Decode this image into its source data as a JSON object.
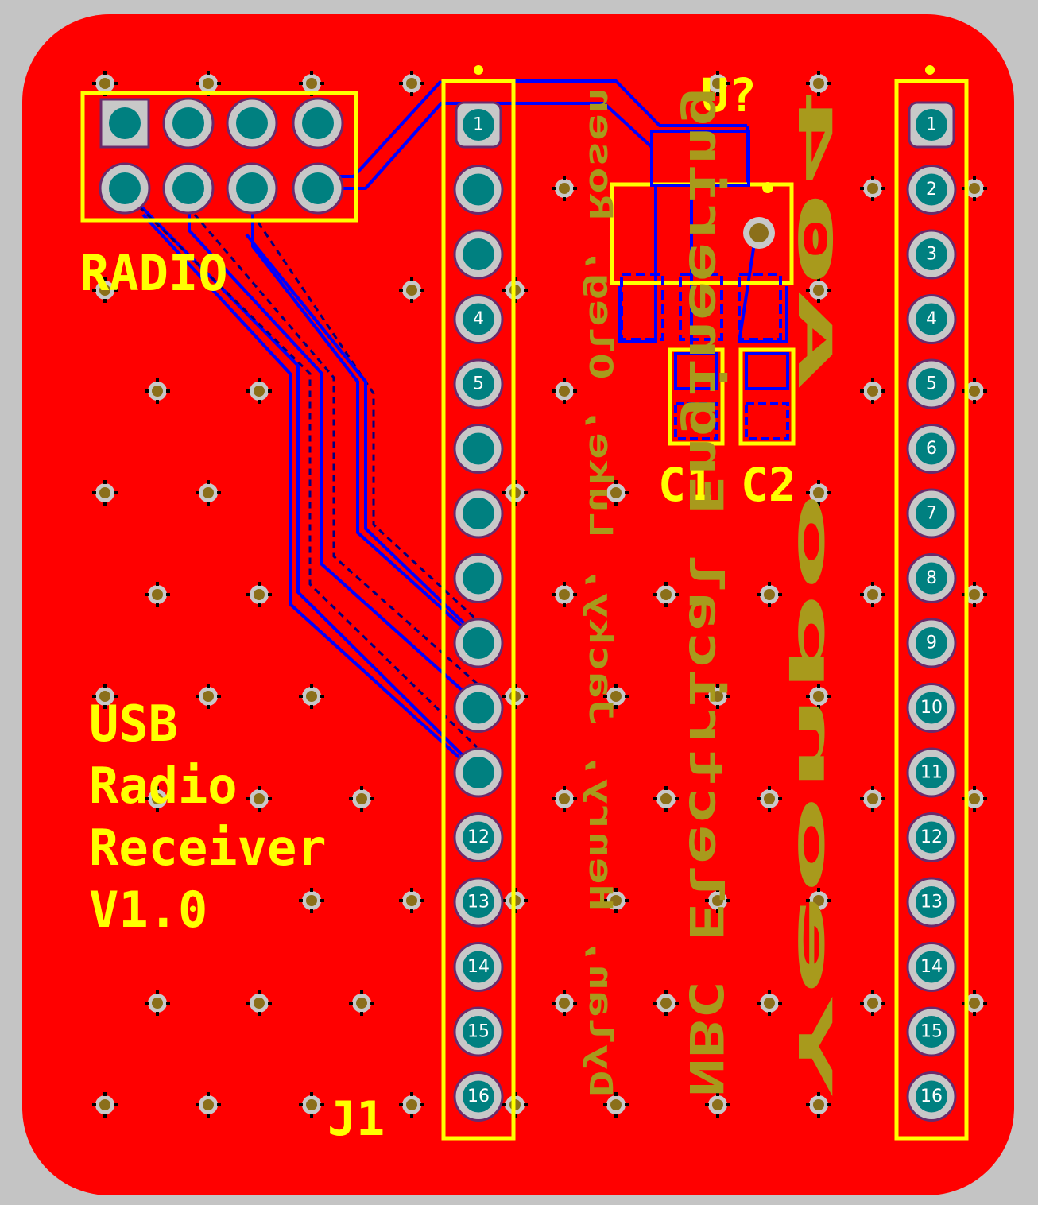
{
  "board": {
    "title_lines": [
      "USB",
      "Radio",
      "Receiver",
      "V1.0"
    ],
    "colors": {
      "background": "#c4c4c4",
      "copper": "#ff0000",
      "silkscreen": "#ffff00",
      "bottom_silk": "#a89a1c",
      "trace": "#0000ff",
      "pad": "#008080",
      "pad_ring": "#c8c8c8"
    }
  },
  "designators": {
    "radio": "RADIO",
    "j1": "J1",
    "u": "U?",
    "c1": "C1",
    "c2": "C2"
  },
  "bottom_silk_text": [
    "Dylan, Henry, Jacky, Luke, Oleg, Rosen",
    "NBC Electrical Engineering",
    "Yeonpo A04"
  ],
  "j1_pad_numbers": [
    "1",
    "",
    "",
    "4",
    "5",
    "",
    "",
    "",
    "",
    "",
    "",
    "12",
    "13",
    "14",
    "15",
    "16"
  ],
  "j2_pad_numbers": [
    "1",
    "2",
    "3",
    "4",
    "5",
    "6",
    "7",
    "8",
    "9",
    "10",
    "11",
    "12",
    "13",
    "14",
    "15",
    "16"
  ]
}
